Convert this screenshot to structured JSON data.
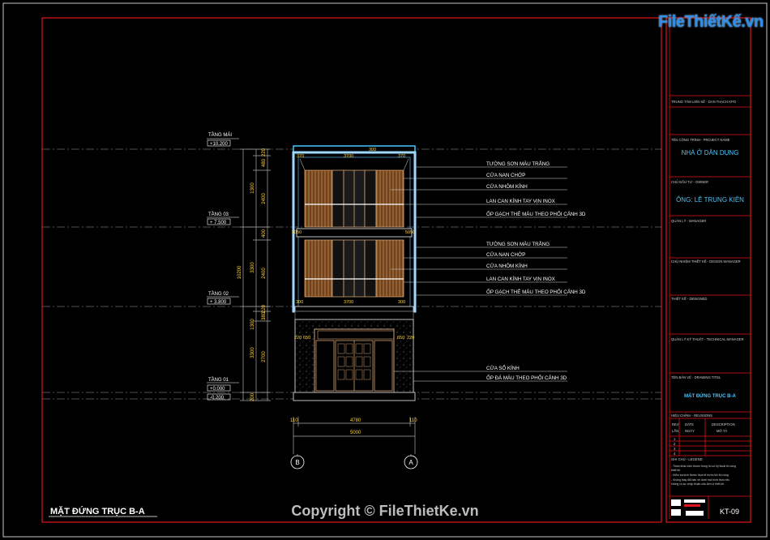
{
  "logo": {
    "brand": "FileThiếtKế.vn"
  },
  "copyright": "Copyright © FileThietKe.vn",
  "drawing": {
    "view_title": "MẶT ĐỨNG TRỤC B-A",
    "sheet_number": "KT-09",
    "axes": [
      "B",
      "A"
    ],
    "dim_bottom": [
      "110",
      "4780",
      "110",
      "5000"
    ],
    "levels": [
      {
        "name": "TẦNG MÁI",
        "value": "+10.200"
      },
      {
        "name": "TẦNG 03",
        "value": "+ 7.500"
      },
      {
        "name": "TẦNG 02",
        "value": "+ 3.800"
      },
      {
        "name": "TẦNG 01",
        "value": "+0.000"
      },
      {
        "name": "",
        "value": "-0.200"
      }
    ],
    "dims_vertical_outer": [
      "10200"
    ],
    "dims_vertical": [
      "220",
      "480",
      "2400",
      "400",
      "2400",
      "220",
      "380",
      "2700"
    ],
    "dims_vertical_aux": [
      "1300",
      "3300",
      "1300",
      "3300",
      "200"
    ],
    "dims_top": [
      "370",
      "3700",
      "300",
      "370"
    ],
    "dims_mid": [
      "300",
      "3700",
      "300"
    ],
    "dims_side": [
      "5050",
      "5050",
      "220",
      "650",
      "650",
      "220"
    ],
    "notes_upper": [
      "TƯỜNG SƠN MÀU TRẮNG",
      "CỬA NAN CHỚP",
      "CỬA NHÔM KÍNH",
      "LAN CAN KÍNH TAY VỊN INOX",
      "ỐP GẠCH THẺ MÀU THEO PHỐI CẢNH 3D"
    ],
    "notes_middle": [
      "TƯỜNG SƠN MÀU TRẮNG",
      "CỬA NAN CHỚP",
      "CỬA NHÔM KÍNH",
      "LAN CAN KÍNH TAY VỊN INOX",
      "ỐP GẠCH THẺ MÀU THEO PHỐI CẢNH 3D"
    ],
    "notes_lower": [
      "CỬA SỔ KÍNH",
      "ỐP ĐÁ MÀU THEO PHỐI CẢNH 3D"
    ]
  },
  "title_block": {
    "consultant_label": "TRUNG TÂM LIÊN KẾ - DAN THẠCH KPO",
    "project_label": "TÊN CÔNG TRÌNH - PROJECT NAME",
    "project_name": "NHÀ Ở DÂN DỤNG",
    "client_label": "CHỦ ĐẦU TƯ - OWNER",
    "client_name": "ÔNG: LÊ TRUNG KIÊN",
    "manager_label": "QUẢN LÝ - MANAGER",
    "design_manager_label": "CHỦ NHIỆM THIẾT KẾ - DESIGN MANAGER",
    "designer_label": "THIẾT KẾ - DESIGNED",
    "tech_label": "QUẢN LÝ KỸ THUẬT - TECHNICAL MANAGER",
    "drawing_title_label": "TÊN BẢN VẼ - DRAWING TITEL",
    "drawing_title": "MẶT ĐỨNG TRỤC B-A",
    "revision_label": "HIỆU CHỈNH - REVISIONS",
    "rev_cols": [
      "REV",
      "DATE",
      "DESCRIPTION"
    ],
    "rev_cols_vn": [
      "LẦN",
      "NGÀY",
      "MÔ TẢ"
    ],
    "rev_rows": [
      "1",
      "2",
      "3",
      "4"
    ],
    "legend_label": "GHI CHÚ - LEGEND",
    "legend_lines": [
      "- Tham khảo kích thước trong hồ sơ kỹ thuật thi công",
      "thiết kế.",
      "- Kiểm tra kích thước thực tế trước khi thi công.",
      "- Không thay đổi bản vẽ dưới mọi hình thức nếu",
      "không có sự chấp thuận của đơn vị thiết kế."
    ],
    "sheet": "KT-09"
  }
}
